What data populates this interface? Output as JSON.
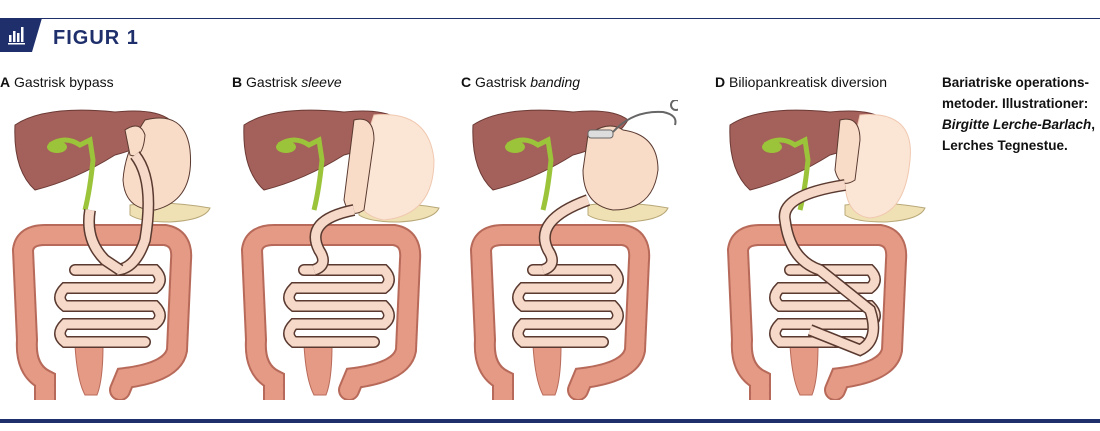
{
  "figure": {
    "title": "FIGUR 1",
    "icon": "bar-chart-icon"
  },
  "panels": [
    {
      "letter": "A",
      "pre": "Gastrisk",
      "name": "bypass",
      "italic": false
    },
    {
      "letter": "B",
      "pre": "Gastrisk",
      "name": "sleeve",
      "italic": true
    },
    {
      "letter": "C",
      "pre": "Gastrisk",
      "name": "banding",
      "italic": true
    },
    {
      "letter": "D",
      "pre": "Biliopankreatisk",
      "name": "diversion",
      "italic": false
    }
  ],
  "caption": {
    "line1": "Bariatriske operations-",
    "line2": "metoder. Illustrationer:",
    "author": "Birgitte Lerche-Barlach",
    "line4": "Lerches Tegnestue."
  },
  "colors": {
    "navy": "#1e2f6b",
    "liver": "#a4605a",
    "colon": "#e49a84",
    "intestine": "#f6d9c8",
    "stomach": "#f8dcc8",
    "bile": "#9cc43a",
    "pancreas": "#efe1b4"
  }
}
